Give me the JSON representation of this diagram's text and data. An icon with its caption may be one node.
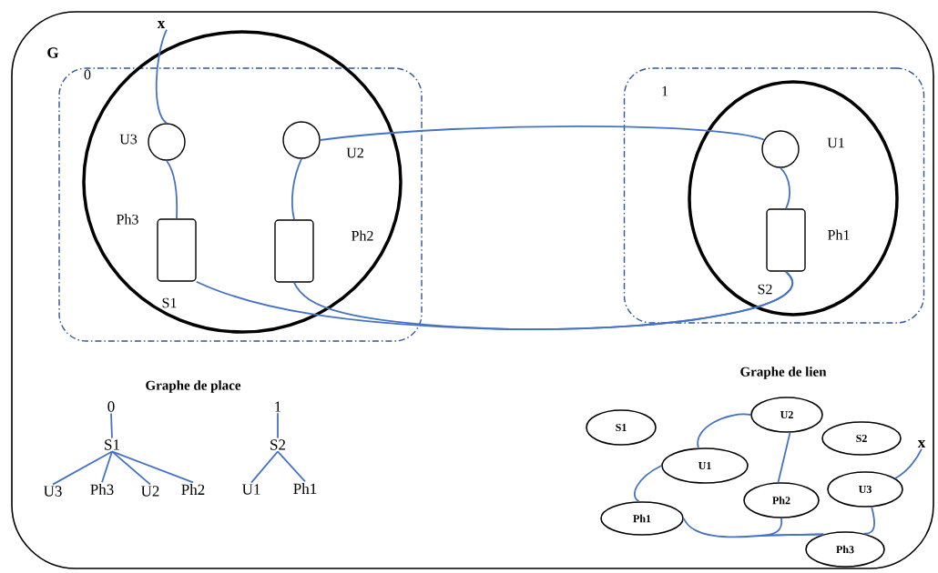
{
  "diagram": {
    "nodes": [
      {
        "text": [
          "G"
        ]
      },
      {
        "text": [
          "x"
        ],
        "in": 0
      },
      {
        "text": [
          "0"
        ],
        "in": 0
      },
      {
        "text": [
          "S1"
        ],
        "in": 2
      },
      {
        "text": [
          "U3"
        ],
        "in": 3
      },
      {
        "text": [
          "Ph3"
        ],
        "in": 3
      },
      {
        "text": [
          "U2"
        ],
        "in": 3
      },
      {
        "text": [
          "Ph2"
        ],
        "in": 3
      },
      {
        "text": [
          "1"
        ],
        "in": 0
      },
      {
        "text": [
          "S2"
        ],
        "in": 8
      },
      {
        "text": [
          "U1"
        ],
        "in": 9
      },
      {
        "text": [
          "Ph1"
        ],
        "in": 9
      },
      {
        "text": [
          "0"
        ],
        "in": 0
      },
      {
        "text": [
          "S1"
        ],
        "in": 0
      },
      {
        "text": [
          "U3"
        ],
        "in": 0
      },
      {
        "text": [
          "Ph3"
        ],
        "in": 0
      },
      {
        "text": [
          "U2"
        ],
        "in": 0
      },
      {
        "text": [
          "Ph2"
        ],
        "in": 0
      },
      {
        "text": [
          "1"
        ],
        "in": 0
      },
      {
        "text": [
          "S2"
        ],
        "in": 0
      },
      {
        "text": [
          "U1"
        ],
        "in": 0
      },
      {
        "text": [
          "Ph1"
        ],
        "in": 0
      },
      {
        "text": [
          "S1"
        ],
        "in": 0
      },
      {
        "text": [
          "U2"
        ],
        "in": 0
      },
      {
        "text": [
          "S2"
        ],
        "in": 0
      },
      {
        "text": [
          "x"
        ],
        "in": 0
      },
      {
        "text": [
          "U1"
        ],
        "in": 0
      },
      {
        "text": [
          "U3"
        ],
        "in": 0
      },
      {
        "text": [
          "Ph2"
        ],
        "in": 0
      },
      {
        "text": [
          "Ph1"
        ],
        "in": 0
      },
      {
        "text": [
          "Ph3"
        ],
        "in": 0
      }
    ],
    "edges": [
      {
        "from": 1,
        "to": 4,
        "arrow": "none"
      },
      {
        "from": 4,
        "to": 5,
        "arrow": "none"
      },
      {
        "from": 6,
        "to": 10,
        "arrow": "none"
      },
      {
        "from": 6,
        "to": 7,
        "arrow": "none"
      },
      {
        "from": 10,
        "to": 11,
        "arrow": "none"
      },
      {
        "from": 5,
        "to": 11,
        "arrow": "none"
      },
      {
        "from": 7,
        "to": 11,
        "arrow": "none"
      },
      {
        "from": 12,
        "to": 13,
        "arrow": "none"
      },
      {
        "from": 13,
        "to": 14,
        "arrow": "none"
      },
      {
        "from": 13,
        "to": 15,
        "arrow": "none"
      },
      {
        "from": 13,
        "to": 16,
        "arrow": "none"
      },
      {
        "from": 13,
        "to": 17,
        "arrow": "none"
      },
      {
        "from": 18,
        "to": 19,
        "arrow": "none"
      },
      {
        "from": 19,
        "to": 20,
        "arrow": "none"
      },
      {
        "from": 19,
        "to": 21,
        "arrow": "none"
      },
      {
        "from": 26,
        "to": 23,
        "arrow": "none"
      },
      {
        "from": 23,
        "to": 28,
        "arrow": "none"
      },
      {
        "from": 26,
        "to": 29,
        "arrow": "none"
      },
      {
        "from": 25,
        "to": 27,
        "arrow": "none"
      },
      {
        "from": 27,
        "to": 30,
        "arrow": "none"
      },
      {
        "from": 29,
        "to": 30,
        "arrow": "none"
      },
      {
        "from": 28,
        "to": 30,
        "arrow": "none"
      }
    ],
    "labels": [
      "Graphe de place",
      "Graphe de lien"
    ]
  }
}
